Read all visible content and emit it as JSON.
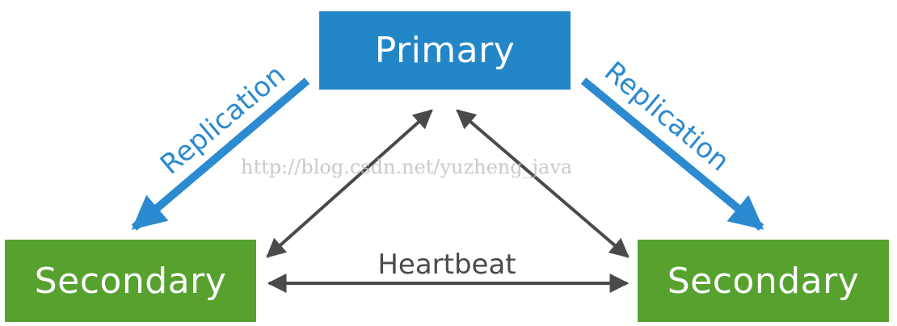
{
  "nodes": {
    "primary": "Primary",
    "secondary_left": "Secondary",
    "secondary_right": "Secondary"
  },
  "edges": {
    "replication_left": "Replication",
    "replication_right": "Replication",
    "heartbeat": "Heartbeat"
  },
  "watermark": "http://blog.csdn.net/yuzheng_java",
  "colors": {
    "primary": "#2387c7",
    "secondary": "#57a12f",
    "replication": "#2b8ad0",
    "heartbeat": "#4a4a4a"
  }
}
